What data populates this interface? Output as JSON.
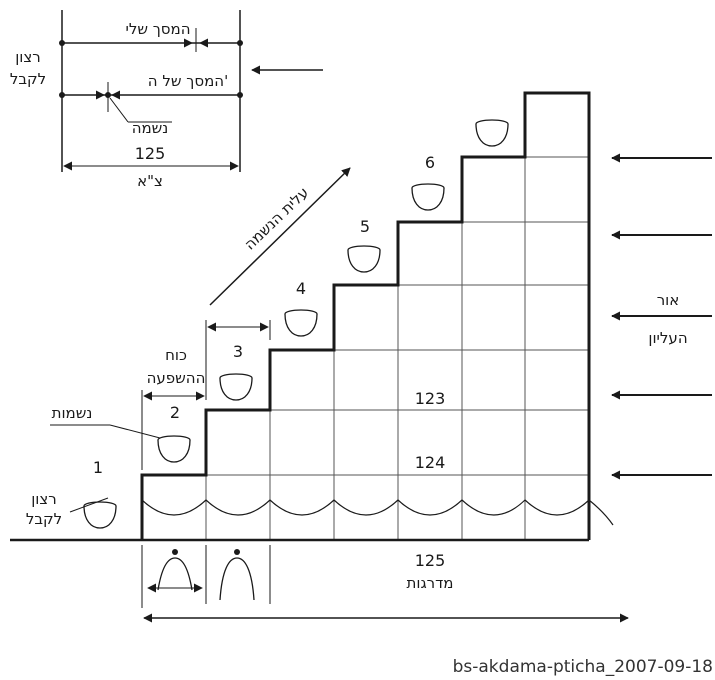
{
  "top_detail": {
    "my_screen": "המסך שלי",
    "hashem_screen": "המסך של ה'",
    "desire_line1": "רצון",
    "desire_line2": "לקבל",
    "soul": "נשמה",
    "width_value": "125",
    "width_caption": "צ\"א"
  },
  "stairs": {
    "step_numbers": [
      "1",
      "2",
      "3",
      "4",
      "5",
      "6"
    ],
    "bottom_desire_line1": "רצון",
    "bottom_desire_line2": "לקבל",
    "souls_label": "נשמות",
    "influence_line1": "כוח",
    "influence_line2": "ההשפעה",
    "ascent_label": "עלית הנשמה",
    "level_123": "123",
    "level_124": "124",
    "levels_count": "125",
    "levels_word": "מדרגות"
  },
  "upper_light": {
    "line1": "אור",
    "line2": "העליון"
  },
  "footer": {
    "caption": "bs-akdama-pticha_2007-09-18"
  }
}
